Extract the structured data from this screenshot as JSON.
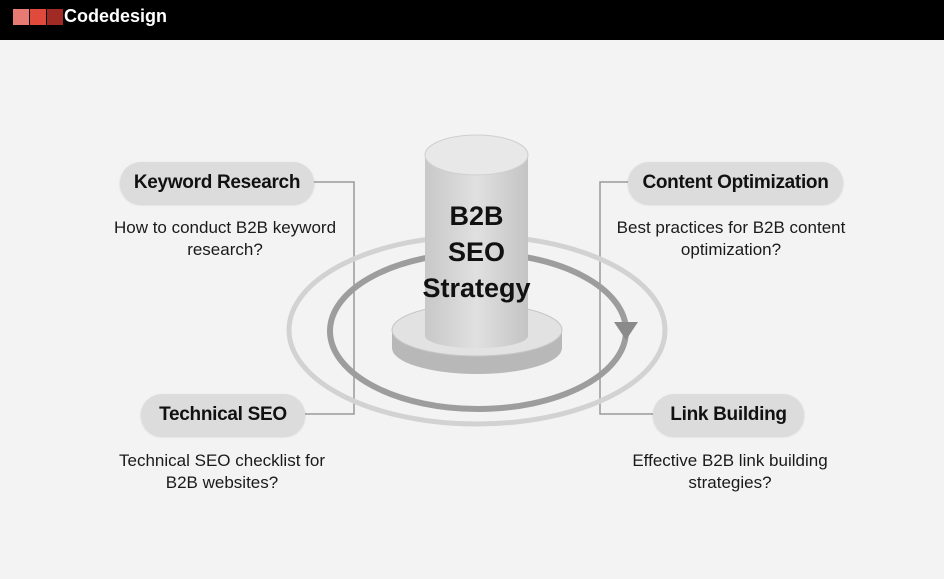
{
  "brand": {
    "name": "Codedesign",
    "colors": [
      "#e77a73",
      "#e04a3d",
      "#a02b24"
    ]
  },
  "center": {
    "line1": "B2B",
    "line2": "SEO",
    "line3": "Strategy"
  },
  "nodes": [
    {
      "title": "Keyword Research",
      "description": "How to conduct B2B keyword research?"
    },
    {
      "title": "Content Optimization",
      "description": "Best practices for B2B content optimization?"
    },
    {
      "title": "Technical SEO",
      "description": "Technical SEO checklist for B2B websites?"
    },
    {
      "title": "Link Building",
      "description": "Effective B2B link building strategies?"
    }
  ]
}
